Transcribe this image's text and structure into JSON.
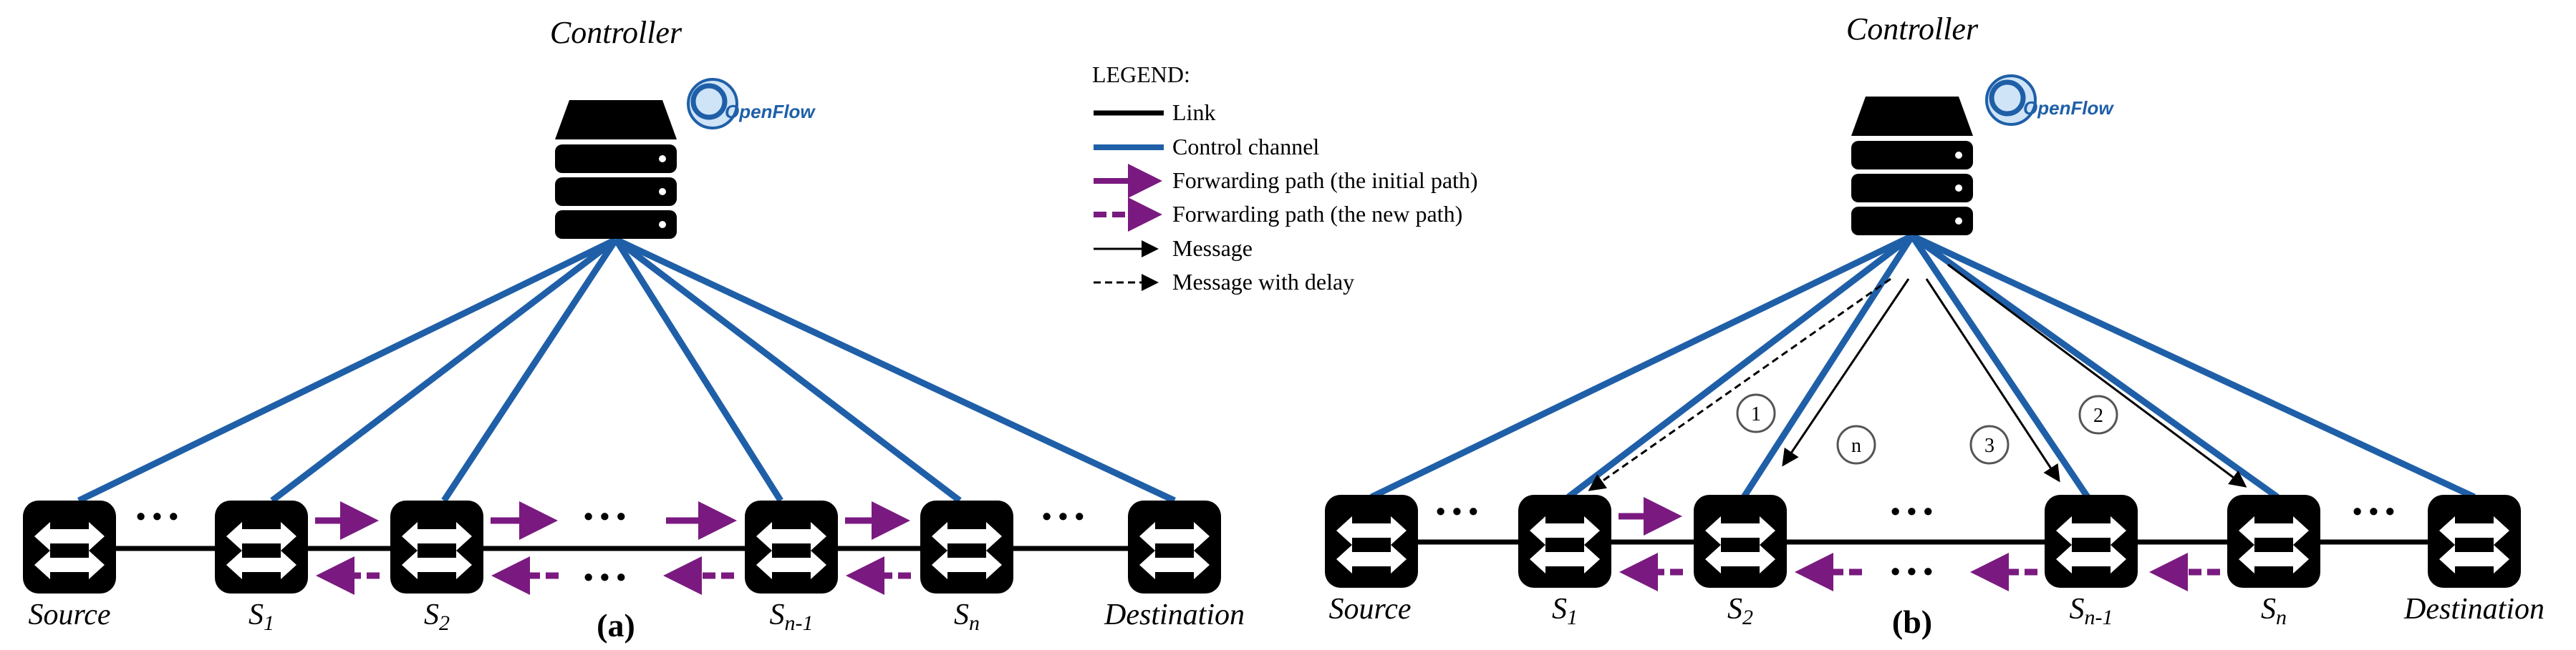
{
  "controller_label": "Controller",
  "openflow_label": "OpenFlow",
  "legend": {
    "title": "LEGEND:",
    "items": [
      {
        "label": "Link"
      },
      {
        "label": "Control channel"
      },
      {
        "label": "Forwarding path (the initial path)"
      },
      {
        "label": "Forwarding path (the new path)"
      },
      {
        "label": "Message"
      },
      {
        "label": "Message with delay"
      }
    ]
  },
  "panel_a": {
    "caption": "(a)",
    "nodes": [
      "Source",
      "S",
      "S",
      "S",
      "S",
      "Destination"
    ],
    "subscripts": [
      "",
      "1",
      "2",
      "n-1",
      "n",
      ""
    ]
  },
  "panel_b": {
    "caption": "(b)",
    "nodes": [
      "Source",
      "S",
      "S",
      "S",
      "S",
      "Destination"
    ],
    "subscripts": [
      "",
      "1",
      "2",
      "n-1",
      "n",
      ""
    ],
    "message_steps": [
      "1",
      "n",
      "3",
      "2"
    ]
  },
  "ellipsis": "• • •",
  "colors": {
    "link": "#000000",
    "control": "#1f5fa8",
    "forward": "#7a1a80"
  }
}
